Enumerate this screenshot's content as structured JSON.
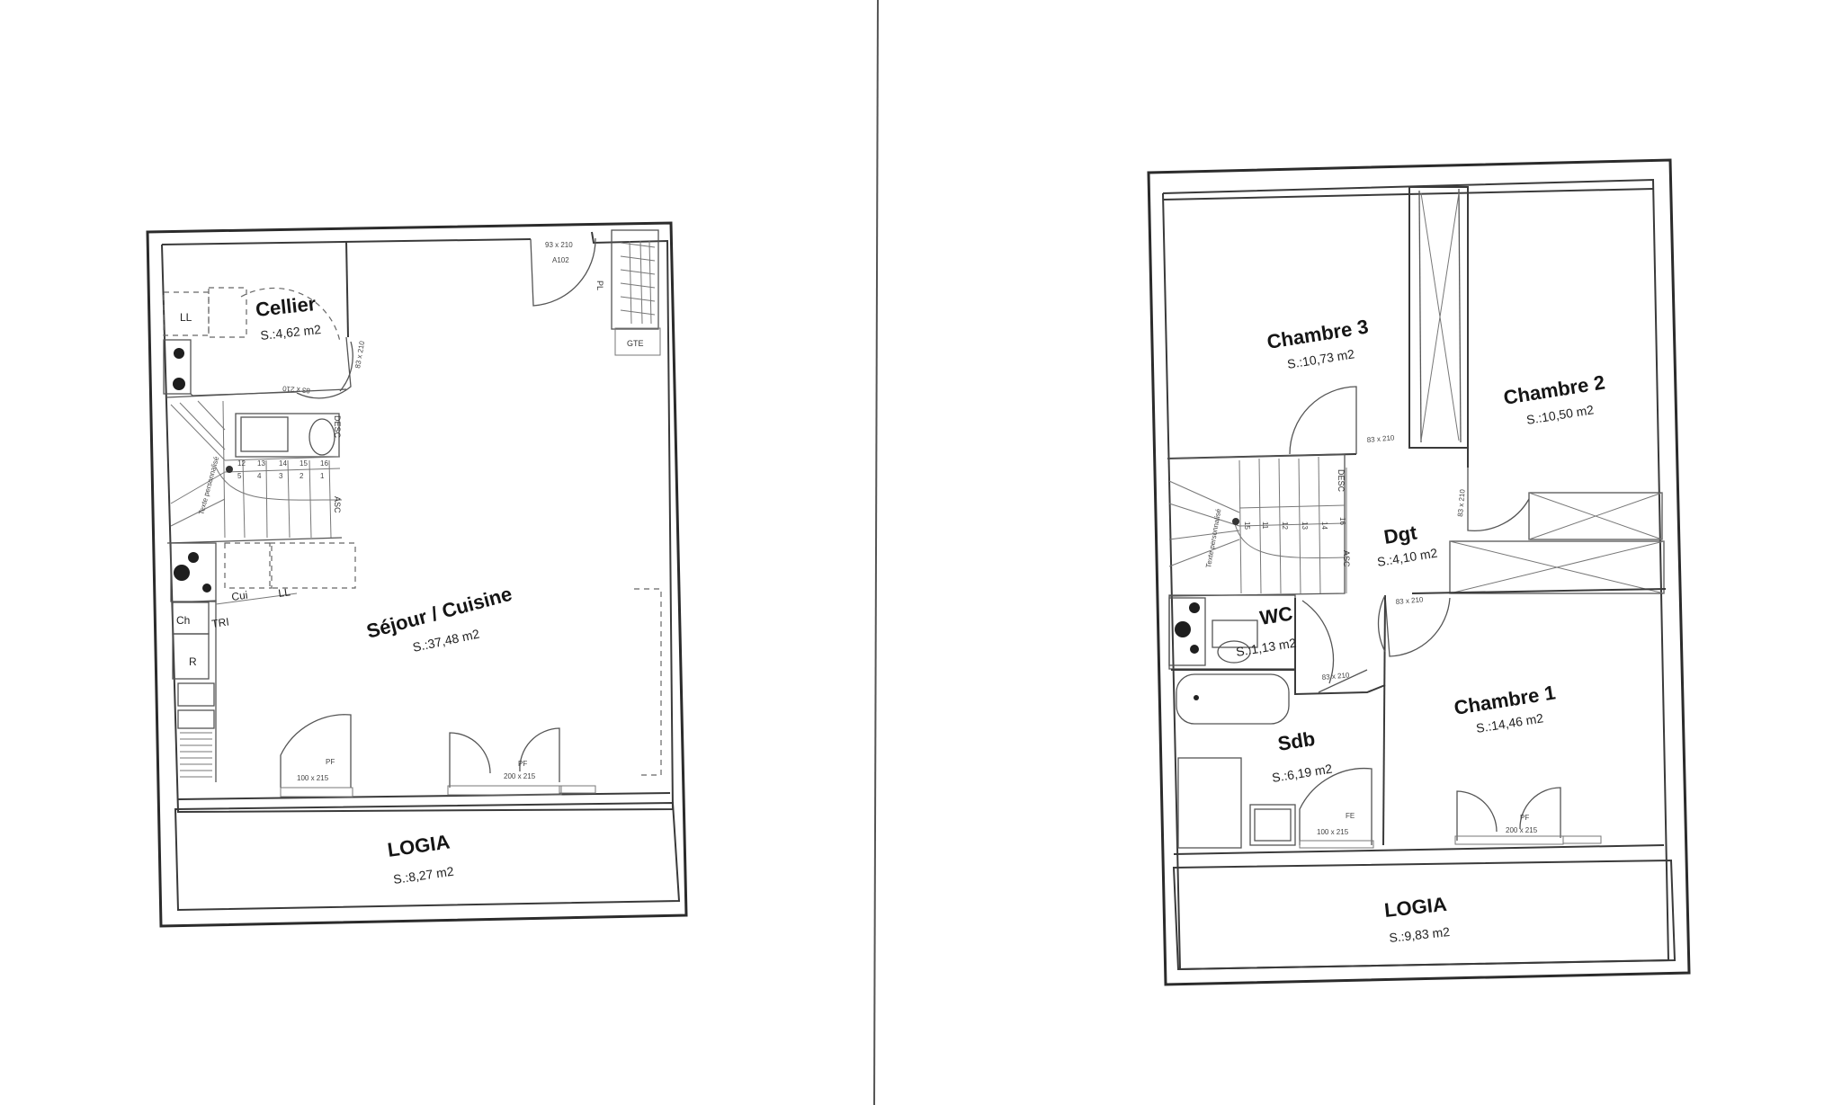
{
  "ground_floor": {
    "rooms": [
      {
        "name": "Cellier",
        "area": "S.:4,62 m2"
      },
      {
        "name": "Séjour / Cuisine",
        "area": "S.:37,48 m2"
      },
      {
        "name": "LOGIA",
        "area": "S.:8,27 m2"
      }
    ],
    "labels": {
      "ll1": "LL",
      "ll2": "LL",
      "cui": "Cui",
      "ch": "Ch",
      "tri": "TRI",
      "r": "R",
      "gte": "GTE",
      "pl": "PL",
      "desc": "DESC",
      "asc": "ASC",
      "text_perso": "Texte personnalisé",
      "door_main_size": "93 x 210",
      "door_main_id": "A102",
      "door_cellier": "83 x 210",
      "door_wc": "83 x 210",
      "pf1_label": "PF",
      "pf1_size": "100 x 215",
      "pf2_label": "PF",
      "pf2_size": "200 x 215",
      "stairs": [
        "12",
        "13",
        "14",
        "15",
        "16",
        "1",
        "2",
        "3",
        "4",
        "5"
      ]
    }
  },
  "upper_floor": {
    "rooms": [
      {
        "name": "Chambre 3",
        "area": "S.:10,73 m2"
      },
      {
        "name": "Chambre 2",
        "area": "S.:10,50 m2"
      },
      {
        "name": "Dgt",
        "area": "S.:4,10 m2"
      },
      {
        "name": "WC",
        "area": "S.:1,13 m2"
      },
      {
        "name": "Chambre 1",
        "area": "S.:14,46 m2"
      },
      {
        "name": "Sdb",
        "area": "S.:6,19 m2"
      },
      {
        "name": "LOGIA",
        "area": "S.:9,83 m2"
      }
    ],
    "labels": {
      "desc": "DESC",
      "asc": "ASC",
      "text_perso": "Texte personnalisé",
      "door_ch3": "83 x 210",
      "door_ch2": "83 x 210",
      "door_ch1": "83 x 210",
      "door_wc": "83 x 210",
      "fe_label": "FE",
      "fe_size": "100 x 215",
      "pf_label": "PF",
      "pf_size": "200 x 215",
      "stairs": [
        "11",
        "12",
        "13",
        "14",
        "15",
        "16"
      ]
    }
  }
}
